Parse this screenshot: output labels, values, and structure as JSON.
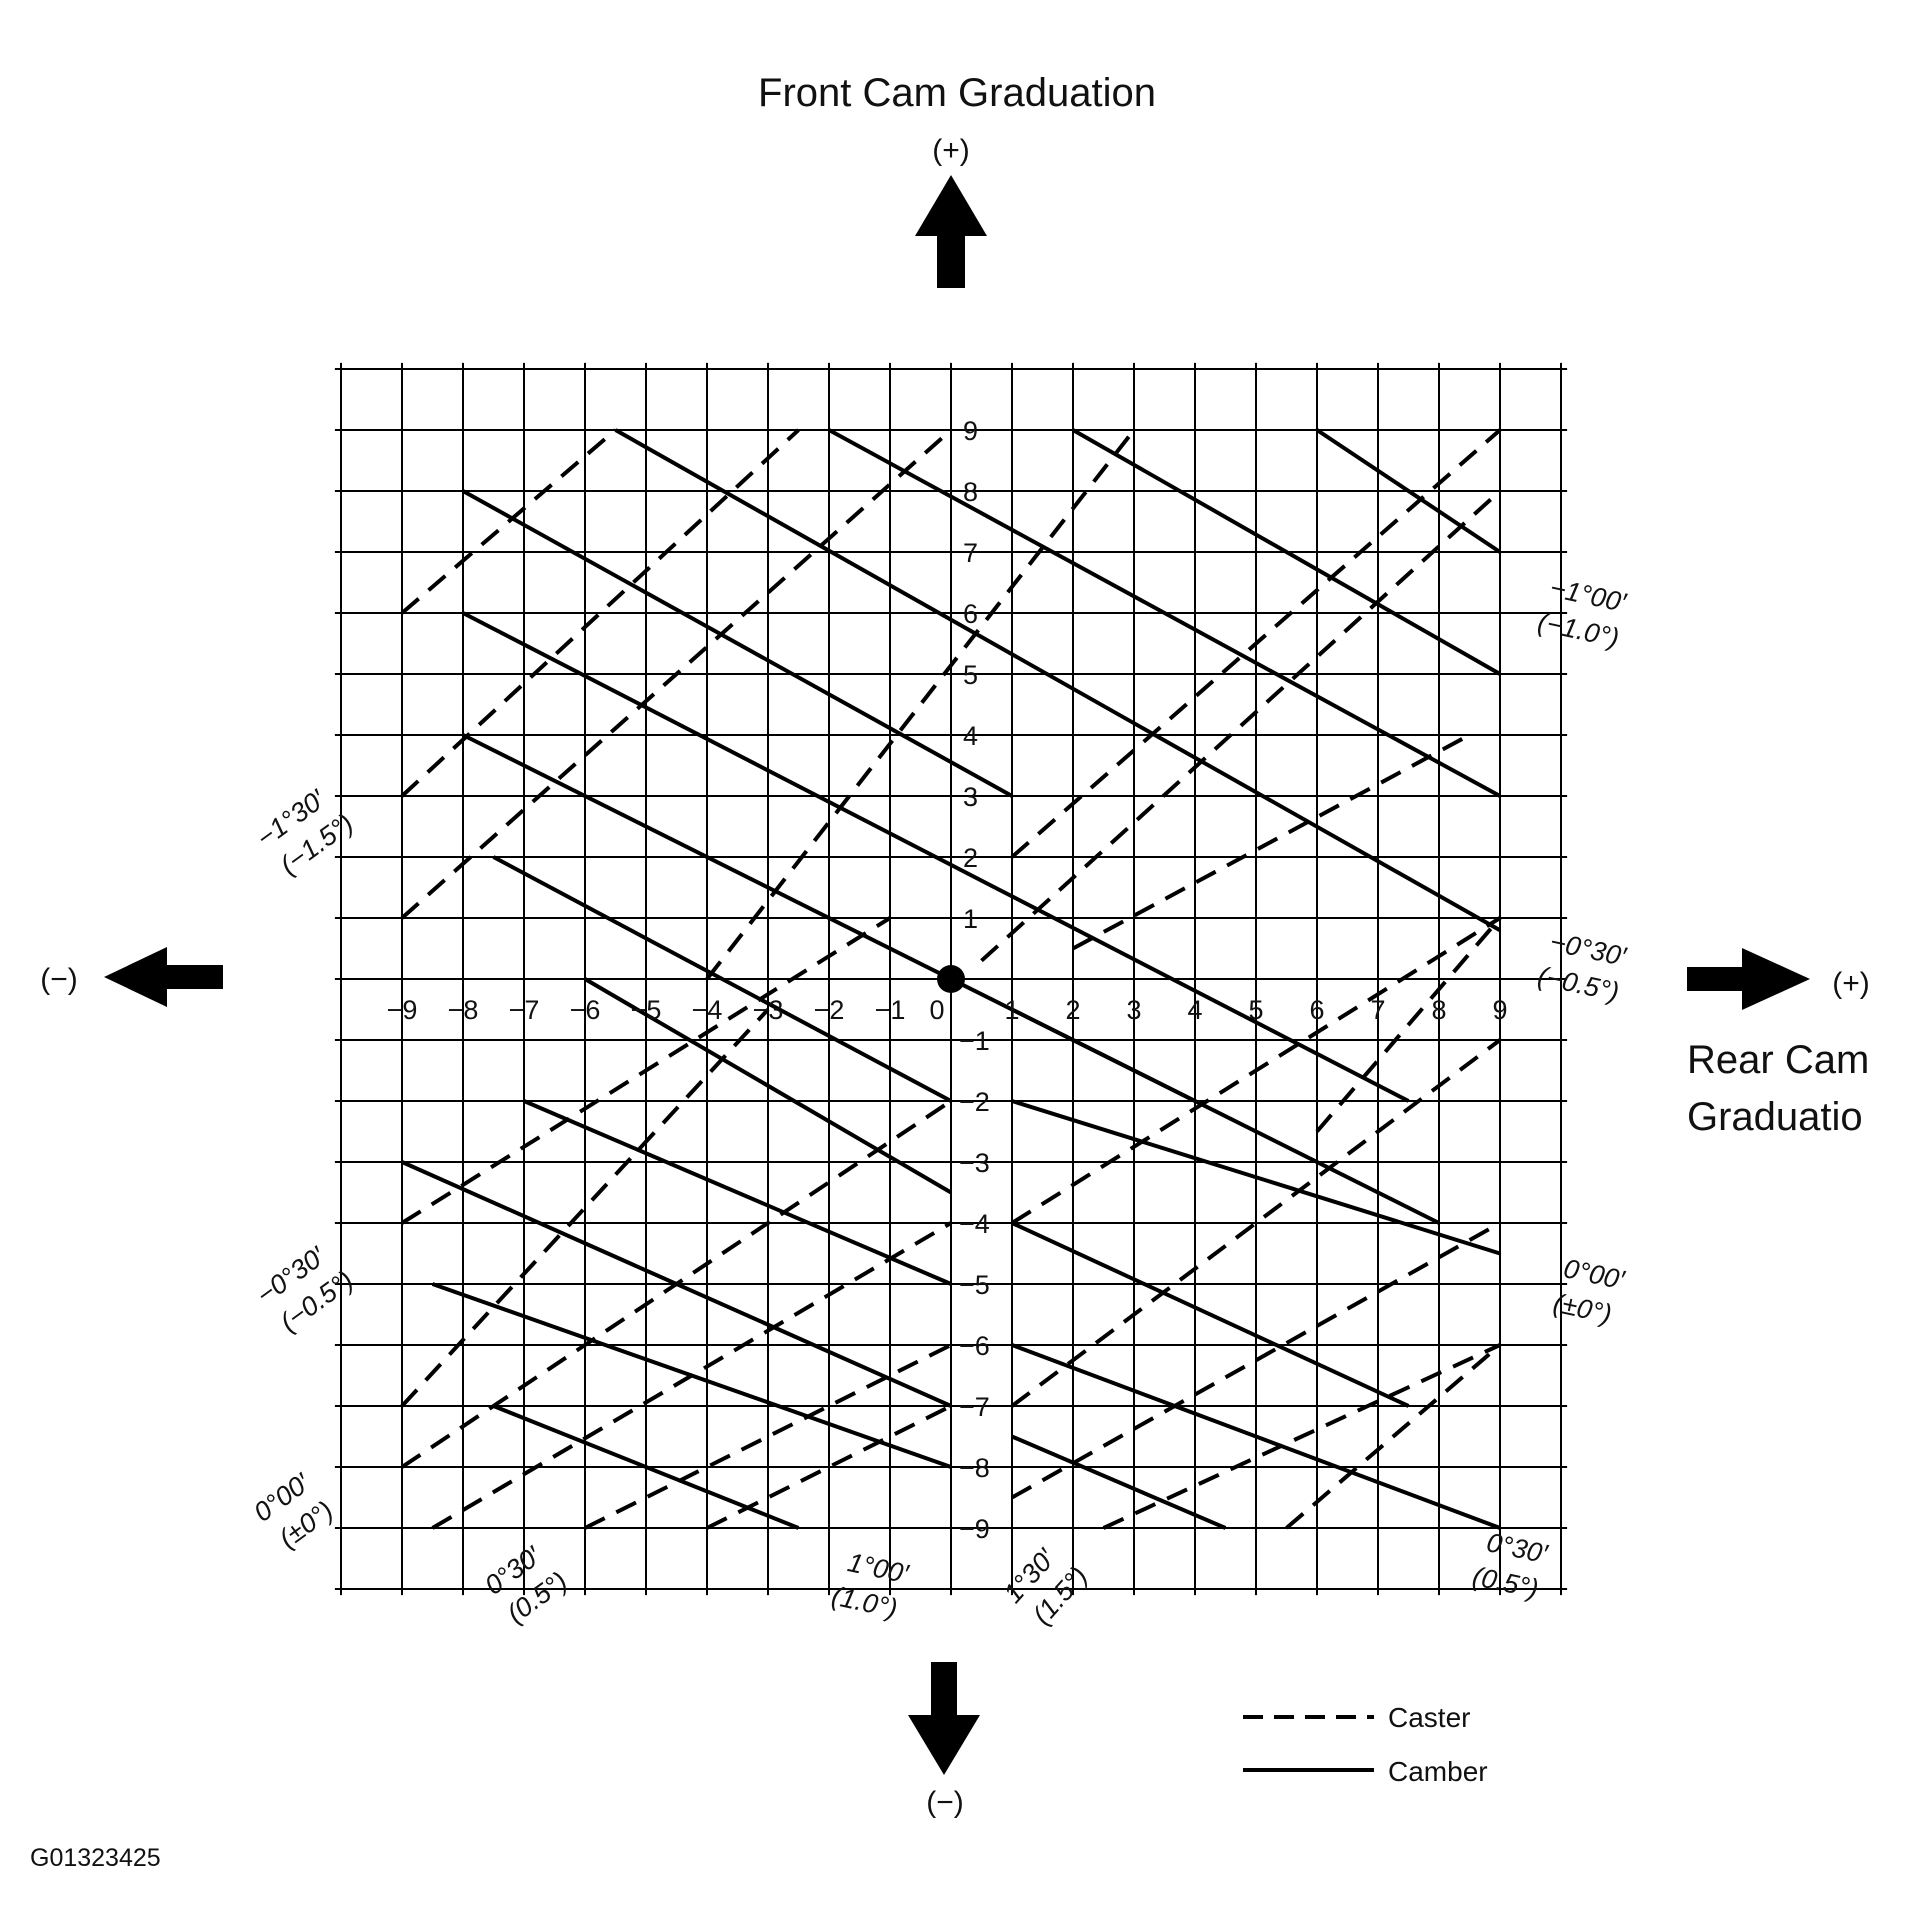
{
  "title": "Front Cam Graduation",
  "top_sign": "(+)",
  "bottom_sign": "(−)",
  "left_sign": "(−)",
  "right_sign": "(+)",
  "rear_label": [
    "Rear Cam",
    "Graduatio"
  ],
  "figure_id": "G01323425",
  "legend": {
    "caster": "Caster",
    "camber": "Camber"
  },
  "ticks": {
    "x": [
      "−9",
      "−8",
      "−7",
      "−6",
      "−5",
      "−4",
      "−3",
      "−2",
      "−1",
      "0",
      "1",
      "2",
      "3",
      "4",
      "5",
      "6",
      "7",
      "8",
      "9"
    ],
    "y_pos": [
      "9",
      "8",
      "7",
      "6",
      "5",
      "4",
      "3",
      "2",
      "1"
    ],
    "y_neg": [
      "−1",
      "−2",
      "−3",
      "−4",
      "−5",
      "−6",
      "−7",
      "−8",
      "−9"
    ]
  },
  "angle_labels": [
    [
      "−1°00′",
      "(−1.0°)"
    ],
    [
      "−0°30′",
      "(−0.5°)"
    ],
    [
      "−1°30′",
      "(−1.5°)"
    ],
    [
      "−0°30′",
      "(−0.5°)"
    ],
    [
      "0°00′",
      "(±0°)"
    ],
    [
      "0°00′",
      "(±0°)"
    ],
    [
      "0°30′",
      "(0.5°)"
    ],
    [
      "1°00′",
      "(1.0°)"
    ],
    [
      "1°30′",
      "(1.5°)"
    ],
    [
      "0°30′",
      "(0.5°)"
    ]
  ]
}
